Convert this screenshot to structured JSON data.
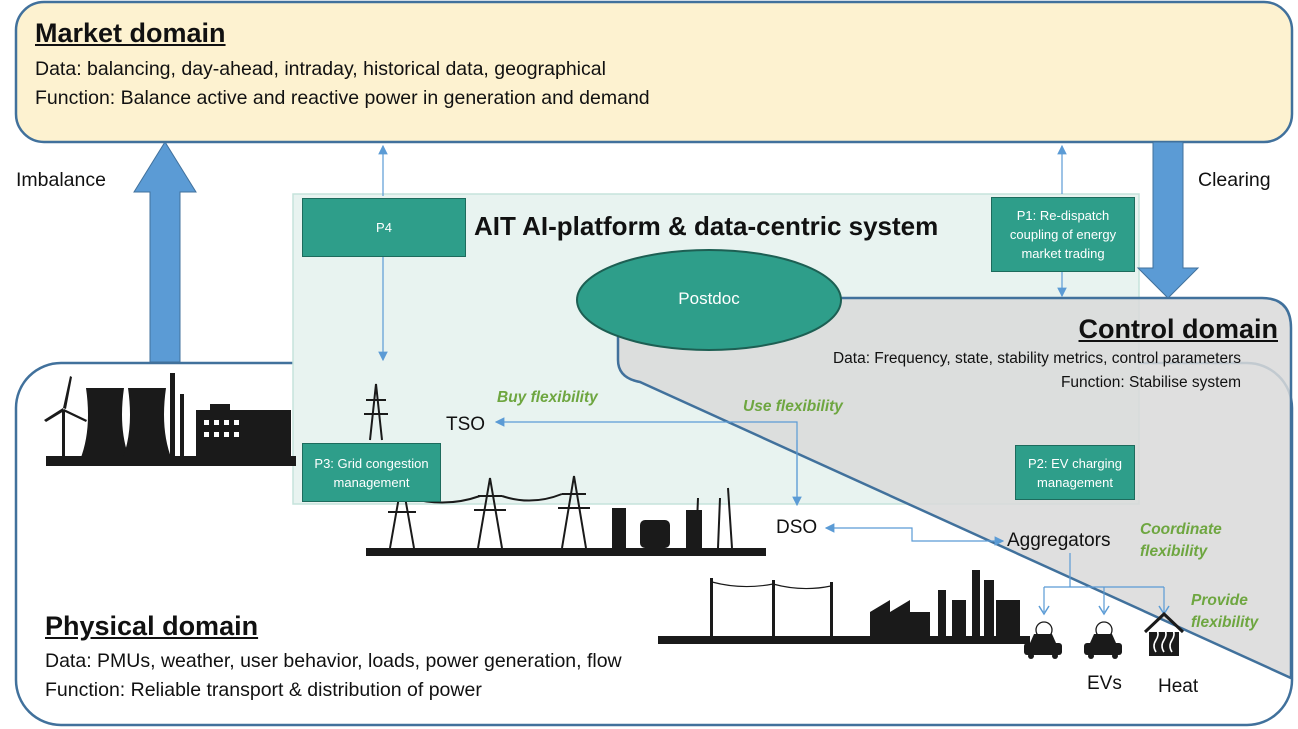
{
  "market": {
    "title": "Market domain",
    "data": "Data: balancing, day-ahead, intraday, historical data, geographical",
    "function": "Function: Balance active and reactive power in generation and demand"
  },
  "control": {
    "title": "Control domain",
    "data": "Data: Frequency, state, stability metrics, control parameters",
    "function": "Function: Stabilise system"
  },
  "physical": {
    "title": "Physical domain",
    "data": "Data: PMUs, weather, user behavior, loads, power generation, flow",
    "function": "Function: Reliable transport & distribution of power"
  },
  "platform": {
    "title": "AIT AI-platform & data-centric system"
  },
  "arrows": {
    "imbalance": "Imbalance",
    "clearing": "Clearing"
  },
  "projects": {
    "p4": "P4",
    "p1": "P1: Re-dispatch coupling of energy market trading",
    "p3": "P3: Grid congestion management",
    "p2": "P2: EV charging management",
    "postdoc": "Postdoc"
  },
  "nodes": {
    "tso": "TSO",
    "dso": "DSO",
    "aggregators": "Aggregators",
    "evs": "EVs",
    "heat": "Heat"
  },
  "flows": {
    "buy": "Buy flexibility",
    "use": "Use flexibility",
    "coordinate": "Coordinate flexibility",
    "provide": "Provide flexibility"
  },
  "colors": {
    "market_fill": "#fdf2d0",
    "domain_border": "#41719c",
    "platform_fill": "#e8f3f0",
    "project_fill": "#2e9e8a",
    "control_fill": "#d9d9d9",
    "big_arrow": "#5b9bd5",
    "flow_text": "#6ea640"
  }
}
